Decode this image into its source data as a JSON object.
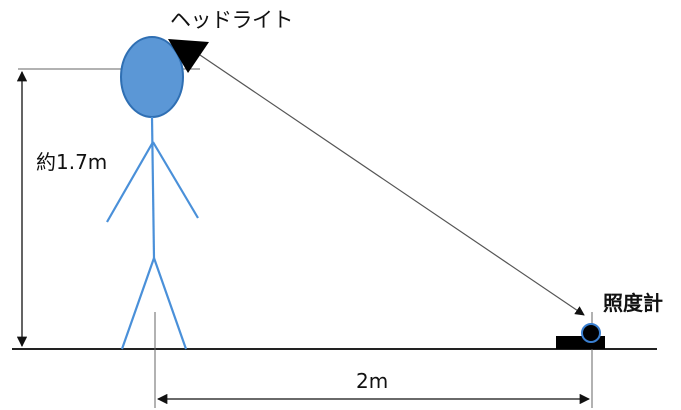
{
  "labels": {
    "headlight": "ヘッドライト",
    "height": "約1.7m",
    "illuminance_meter": "照度計",
    "distance": "2m"
  },
  "colors": {
    "figure_blue": "#4a90d9",
    "head_fill": "#5b97d6",
    "head_outline": "#2f6fb3",
    "line_gray": "#555555",
    "ground": "#222222",
    "lamp": "#000000",
    "sensor_lens": "#3a7fd0"
  },
  "icons": {
    "headlight": "black-triangle",
    "illuminance_meter": "black-box-with-blue-lens"
  }
}
